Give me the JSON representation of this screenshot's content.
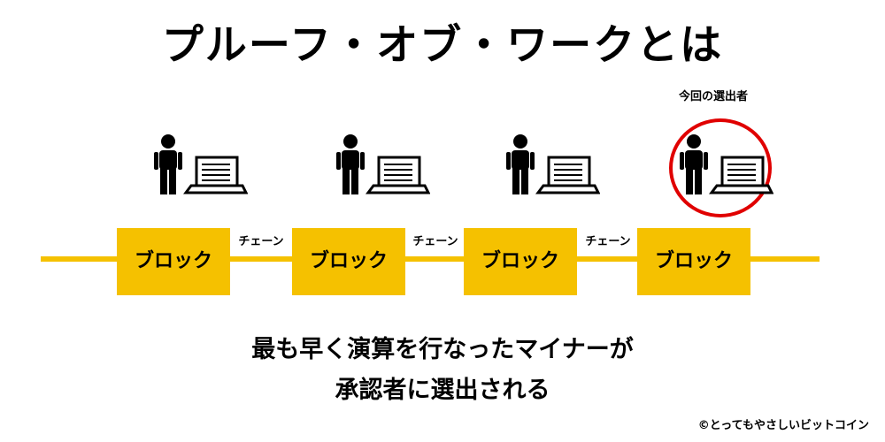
{
  "title": "プルーフ・オブ・ワークとは",
  "selected_label": "今回の選出者",
  "blocks": [
    {
      "label": "ブロック"
    },
    {
      "label": "ブロック"
    },
    {
      "label": "ブロック"
    },
    {
      "label": "ブロック"
    }
  ],
  "chains": [
    {
      "label": "チェーン"
    },
    {
      "label": "チェーン"
    },
    {
      "label": "チェーン"
    }
  ],
  "miners": [
    {
      "icon": "person-with-laptop-icon"
    },
    {
      "icon": "person-with-laptop-icon"
    },
    {
      "icon": "person-with-laptop-icon"
    },
    {
      "icon": "person-with-laptop-icon",
      "selected": true
    }
  ],
  "caption": {
    "line1": "最も早く演算を行なったマイナーが",
    "line2": "承認者に選出される"
  },
  "copyright": "©とってもやさしいビットコイン",
  "colors": {
    "block": "#f5c100",
    "chain_line": "#f5c100",
    "highlight": "#e00000",
    "text": "#000000"
  }
}
